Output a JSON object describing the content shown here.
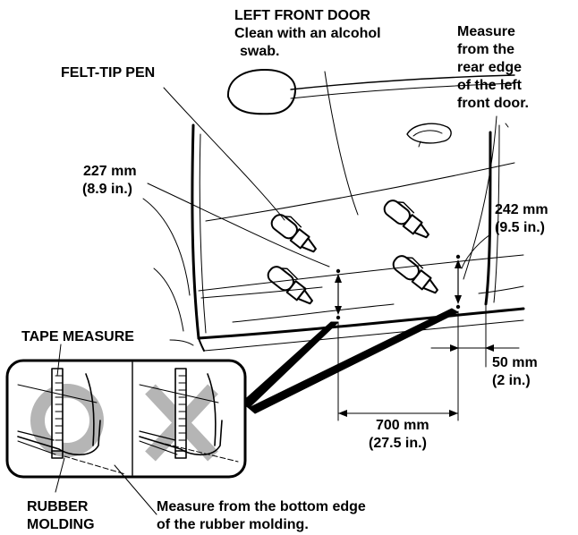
{
  "labels": {
    "left_front_door": "LEFT FRONT DOOR",
    "clean_line1": "Clean with an alcohol",
    "clean_line2": "swab.",
    "felt_tip_pen": "FELT-TIP PEN",
    "measure_line1": "Measure",
    "measure_line2": "from the",
    "measure_line3": "rear edge",
    "measure_line4": "of the left",
    "measure_line5": "front door.",
    "dim_227_mm": "227 mm",
    "dim_227_in": "(8.9 in.)",
    "dim_242_mm": "242 mm",
    "dim_242_in": "(9.5 in.)",
    "tape_measure": "TAPE MEASURE",
    "dim_50_mm": "50 mm",
    "dim_50_in": "(2 in.)",
    "dim_700_mm": "700 mm",
    "dim_700_in": "(27.5 in.)",
    "rubber": "RUBBER",
    "molding": "MOLDING",
    "bottom_line1": "Measure from the bottom edge",
    "bottom_line2": "of the rubber molding."
  },
  "colors": {
    "ink": "#000000",
    "symbol_gray": "#b5b5b5",
    "background": "#ffffff"
  },
  "icons": {
    "correct_symbol": "circle-correct-icon",
    "incorrect_symbol": "cross-incorrect-icon"
  }
}
